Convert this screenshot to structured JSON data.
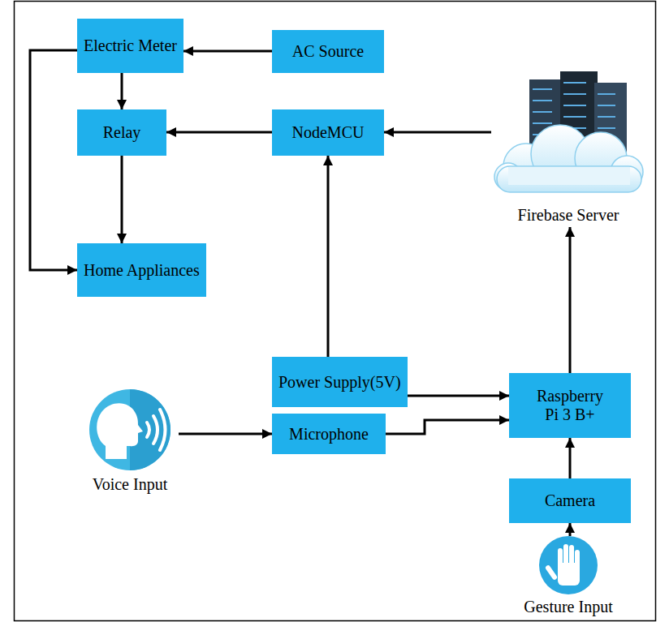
{
  "diagram": {
    "nodes": [
      {
        "text": [
          "Electric Meter"
        ]
      },
      {
        "text": [
          "AC Source"
        ]
      },
      {
        "text": [
          "Relay"
        ]
      },
      {
        "text": [
          "NodeMCU"
        ]
      },
      {
        "text": [
          "Firebase Server"
        ]
      },
      {
        "text": [
          "Home Appliances"
        ]
      },
      {
        "text": [
          "Power Supply(5V)"
        ]
      },
      {
        "text": [
          "Raspberry Pi 3 B+"
        ]
      },
      {
        "text": [
          "Voice Input"
        ]
      },
      {
        "text": [
          "Microphone"
        ]
      },
      {
        "text": [
          "Camera"
        ]
      },
      {
        "text": [
          "Gesture Input"
        ]
      }
    ],
    "edges": [
      {
        "from": 1,
        "to": 0,
        "arrow": "to"
      },
      {
        "from": 0,
        "to": 2,
        "arrow": "to"
      },
      {
        "from": 0,
        "to": 5,
        "arrow": "to"
      },
      {
        "from": 2,
        "to": 5,
        "arrow": "to"
      },
      {
        "from": 3,
        "to": 2,
        "arrow": "to"
      },
      {
        "from": 4,
        "to": 3,
        "arrow": "to"
      },
      {
        "from": 6,
        "to": 3,
        "arrow": "to"
      },
      {
        "from": 6,
        "to": 7,
        "arrow": "to"
      },
      {
        "from": 9,
        "to": 7,
        "arrow": "to"
      },
      {
        "from": 10,
        "to": 7,
        "arrow": "to"
      },
      {
        "from": 7,
        "to": 4,
        "arrow": "to"
      },
      {
        "from": 8,
        "to": 9,
        "arrow": "to"
      },
      {
        "from": 11,
        "to": 10,
        "arrow": "to"
      }
    ]
  }
}
